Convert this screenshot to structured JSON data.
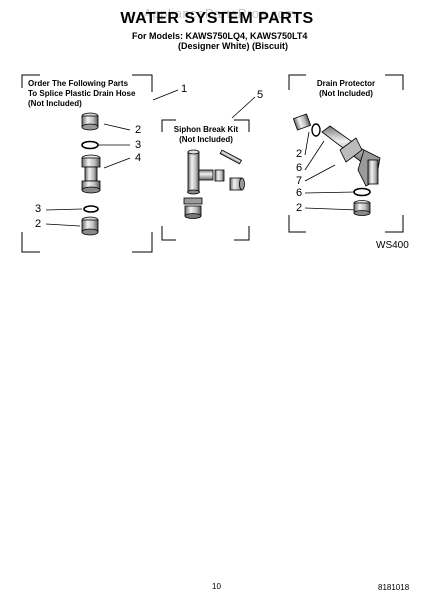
{
  "header": {
    "watermark": "AppliancePartsPros.com",
    "title": "WATER SYSTEM PARTS",
    "models_line": "For Models: KAWS750LQ4, KAWS750LT4",
    "variants_line": "(Designer White)    (Biscuit)"
  },
  "left_box": {
    "line1": "Order The Following Parts",
    "line2": "To Splice Plastic Drain Hose",
    "line3": "(Not Included)"
  },
  "middle_box": {
    "line1": "Siphon Break Kit",
    "line2": "(Not Included)"
  },
  "right_box": {
    "line1": "Drain Protector",
    "line2": "(Not Included)"
  },
  "callouts": {
    "c1": "1",
    "c5": "5",
    "left_c2a": "2",
    "left_c3a": "3",
    "left_c4": "4",
    "left_c3b": "3",
    "left_c2b": "2",
    "right_c2a": "2",
    "right_c6a": "6",
    "right_c7": "7",
    "right_c6b": "6",
    "right_c2b": "2"
  },
  "illustration_code": "WS400",
  "footer": {
    "page_number": "10",
    "doc_number": "8181018"
  },
  "colors": {
    "ink": "#000000",
    "part_fill": "#e2e2e2",
    "part_dark": "#707070",
    "watermark": "#c8c8c8"
  }
}
